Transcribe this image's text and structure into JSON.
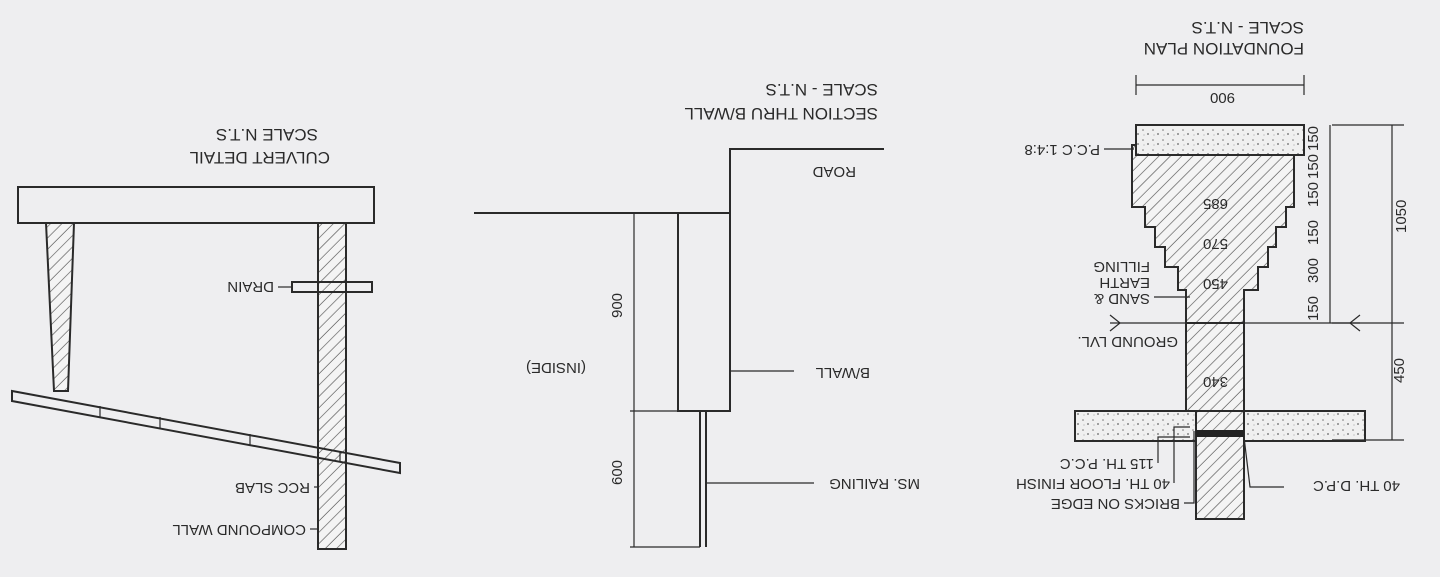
{
  "culvert": {
    "title": "CULVERT DETAIL",
    "scale": "SCALE N.T.S",
    "labels": {
      "drain": "DRAIN",
      "rcc_slab": "RCC SLAB",
      "compound_wall": "COMPOUND WALL"
    }
  },
  "section": {
    "title": "SECTION THRU B/WALL",
    "scale": "SCALE - N.T.S",
    "labels": {
      "road": "ROAD",
      "bwall": "B/WALL",
      "inside": "(INSIDE)",
      "ms_railing": "MS. RAILING"
    },
    "dims": {
      "upper": "900",
      "lower": "600"
    }
  },
  "foundation": {
    "title": "FOUNDATION PLAN",
    "scale": "SCALE - N.T.S",
    "labels": {
      "pcc": "P.C.C 1:4:8",
      "sand_earth_filling": [
        "SAND &",
        "EARTH",
        "FILLING"
      ],
      "ground_lvl": "GROUND LVL.",
      "pcc_115": "115 TH. P.C.C",
      "floor_finish": "40 TH. FLOOR FINISH",
      "bricks_on_edge": "BRICKS ON EDGE",
      "dpc": "40 TH. D.P.C"
    },
    "widths": [
      "900",
      "685",
      "570",
      "450",
      "340"
    ],
    "vert_dims": [
      "150",
      "150",
      "150",
      "150",
      "300",
      "150"
    ],
    "totals": [
      "1050",
      "450"
    ]
  }
}
